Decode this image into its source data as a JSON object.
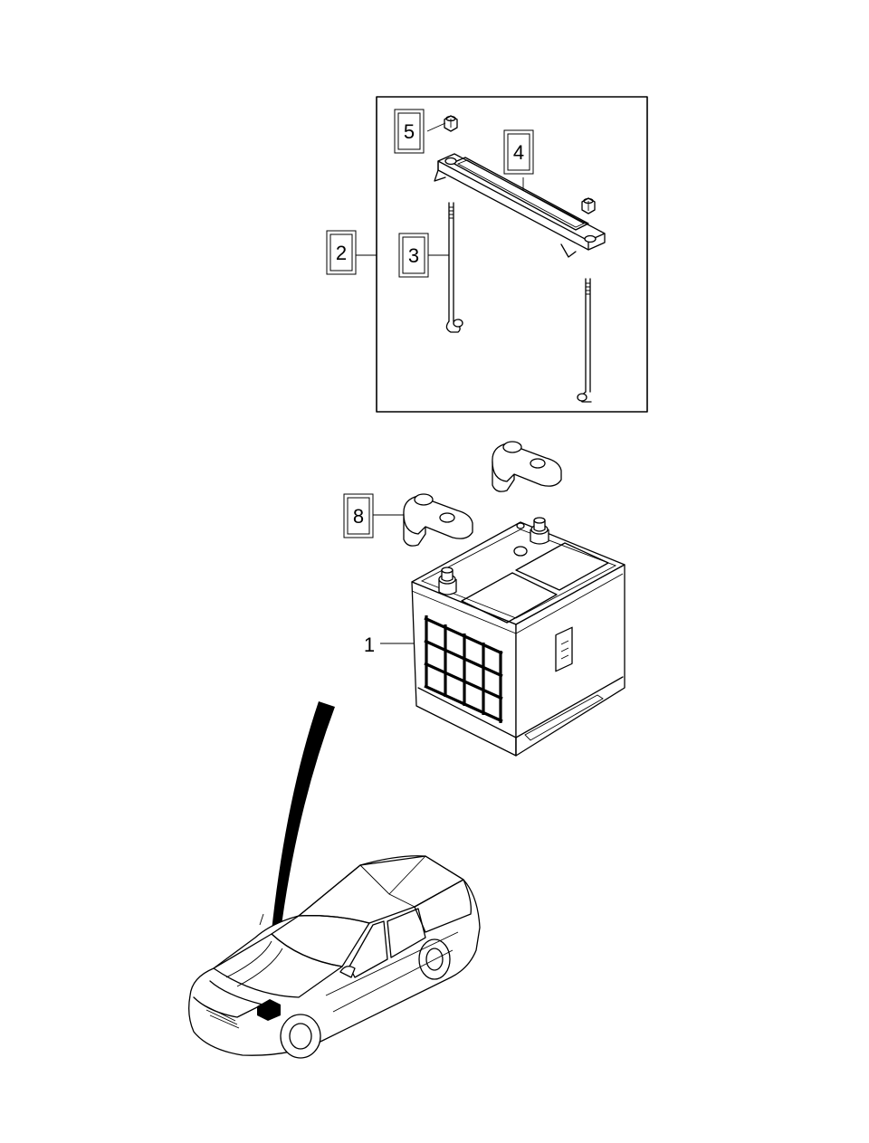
{
  "callouts": [
    {
      "id": "c1",
      "label": "1",
      "boxed": false
    },
    {
      "id": "c2",
      "label": "2",
      "boxed": true
    },
    {
      "id": "c3",
      "label": "3",
      "boxed": true
    },
    {
      "id": "c4",
      "label": "4",
      "boxed": true
    },
    {
      "id": "c5",
      "label": "5",
      "boxed": true
    },
    {
      "id": "c8",
      "label": "8",
      "boxed": true
    }
  ]
}
